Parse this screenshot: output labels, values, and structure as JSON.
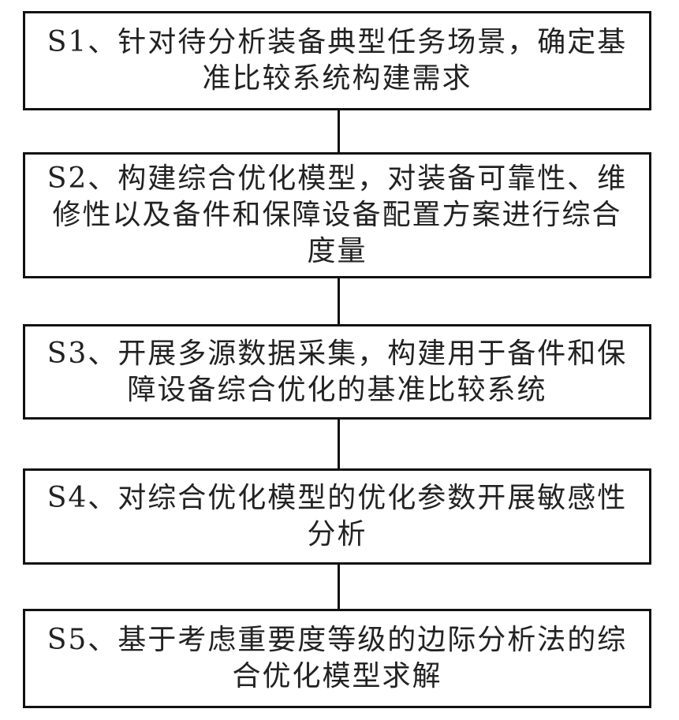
{
  "flowchart": {
    "steps": [
      {
        "id": "S1",
        "text": "S1、针对待分析装备典型任务场景，确定基准比较系统构建需求"
      },
      {
        "id": "S2",
        "text": "S2、构建综合优化模型，对装备可靠性、维修性以及备件和保障设备配置方案进行综合度量"
      },
      {
        "id": "S3",
        "text": "S3、开展多源数据采集，构建用于备件和保障设备综合优化的基准比较系统"
      },
      {
        "id": "S4",
        "text": "S4、对综合优化模型的优化参数开展敏感性分析"
      },
      {
        "id": "S5",
        "text": "S5、基于考虑重要度等级的边际分析法的综合优化模型求解"
      }
    ],
    "connectors": [
      {
        "from": "S1",
        "to": "S2"
      },
      {
        "from": "S2",
        "to": "S3"
      },
      {
        "from": "S3",
        "to": "S4"
      },
      {
        "from": "S4",
        "to": "S5"
      }
    ],
    "colors": {
      "border": "#111111",
      "text": "#222222",
      "background": "#ffffff"
    }
  }
}
